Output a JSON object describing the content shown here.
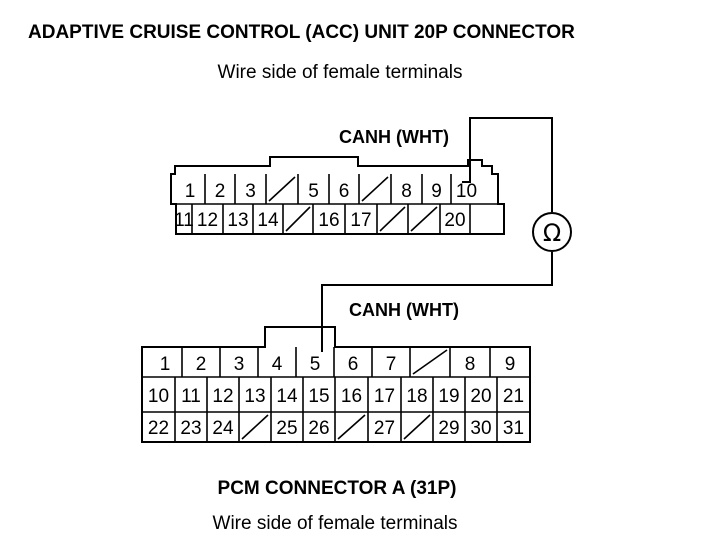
{
  "title": "ADAPTIVE CRUISE CONTROL (ACC) UNIT 20P CONNECTOR",
  "subtitle_top": "Wire side of female terminals",
  "wire_top": "CANH (WHT)",
  "wire_bottom": "CANH (WHT)",
  "meter_symbol": "Ω",
  "title_bottom": "PCM CONNECTOR A (31P)",
  "subtitle_bottom": "Wire side of female terminals",
  "acc_connector": {
    "row1": [
      "1",
      "2",
      "3",
      "",
      "5",
      "6",
      "",
      "8",
      "9",
      "10"
    ],
    "row2": [
      "11",
      "12",
      "13",
      "14",
      "",
      "16",
      "17",
      "",
      "",
      "20"
    ]
  },
  "pcm_connector": {
    "row1": [
      "1",
      "2",
      "3",
      "4",
      "5",
      "6",
      "7",
      "",
      "8",
      "9"
    ],
    "row2": [
      "10",
      "11",
      "12",
      "13",
      "14",
      "15",
      "16",
      "17",
      "18",
      "19",
      "20",
      "21"
    ],
    "row3": [
      "22",
      "23",
      "24",
      "",
      "25",
      "26",
      "",
      "27",
      "",
      "29",
      "30",
      "31"
    ]
  }
}
